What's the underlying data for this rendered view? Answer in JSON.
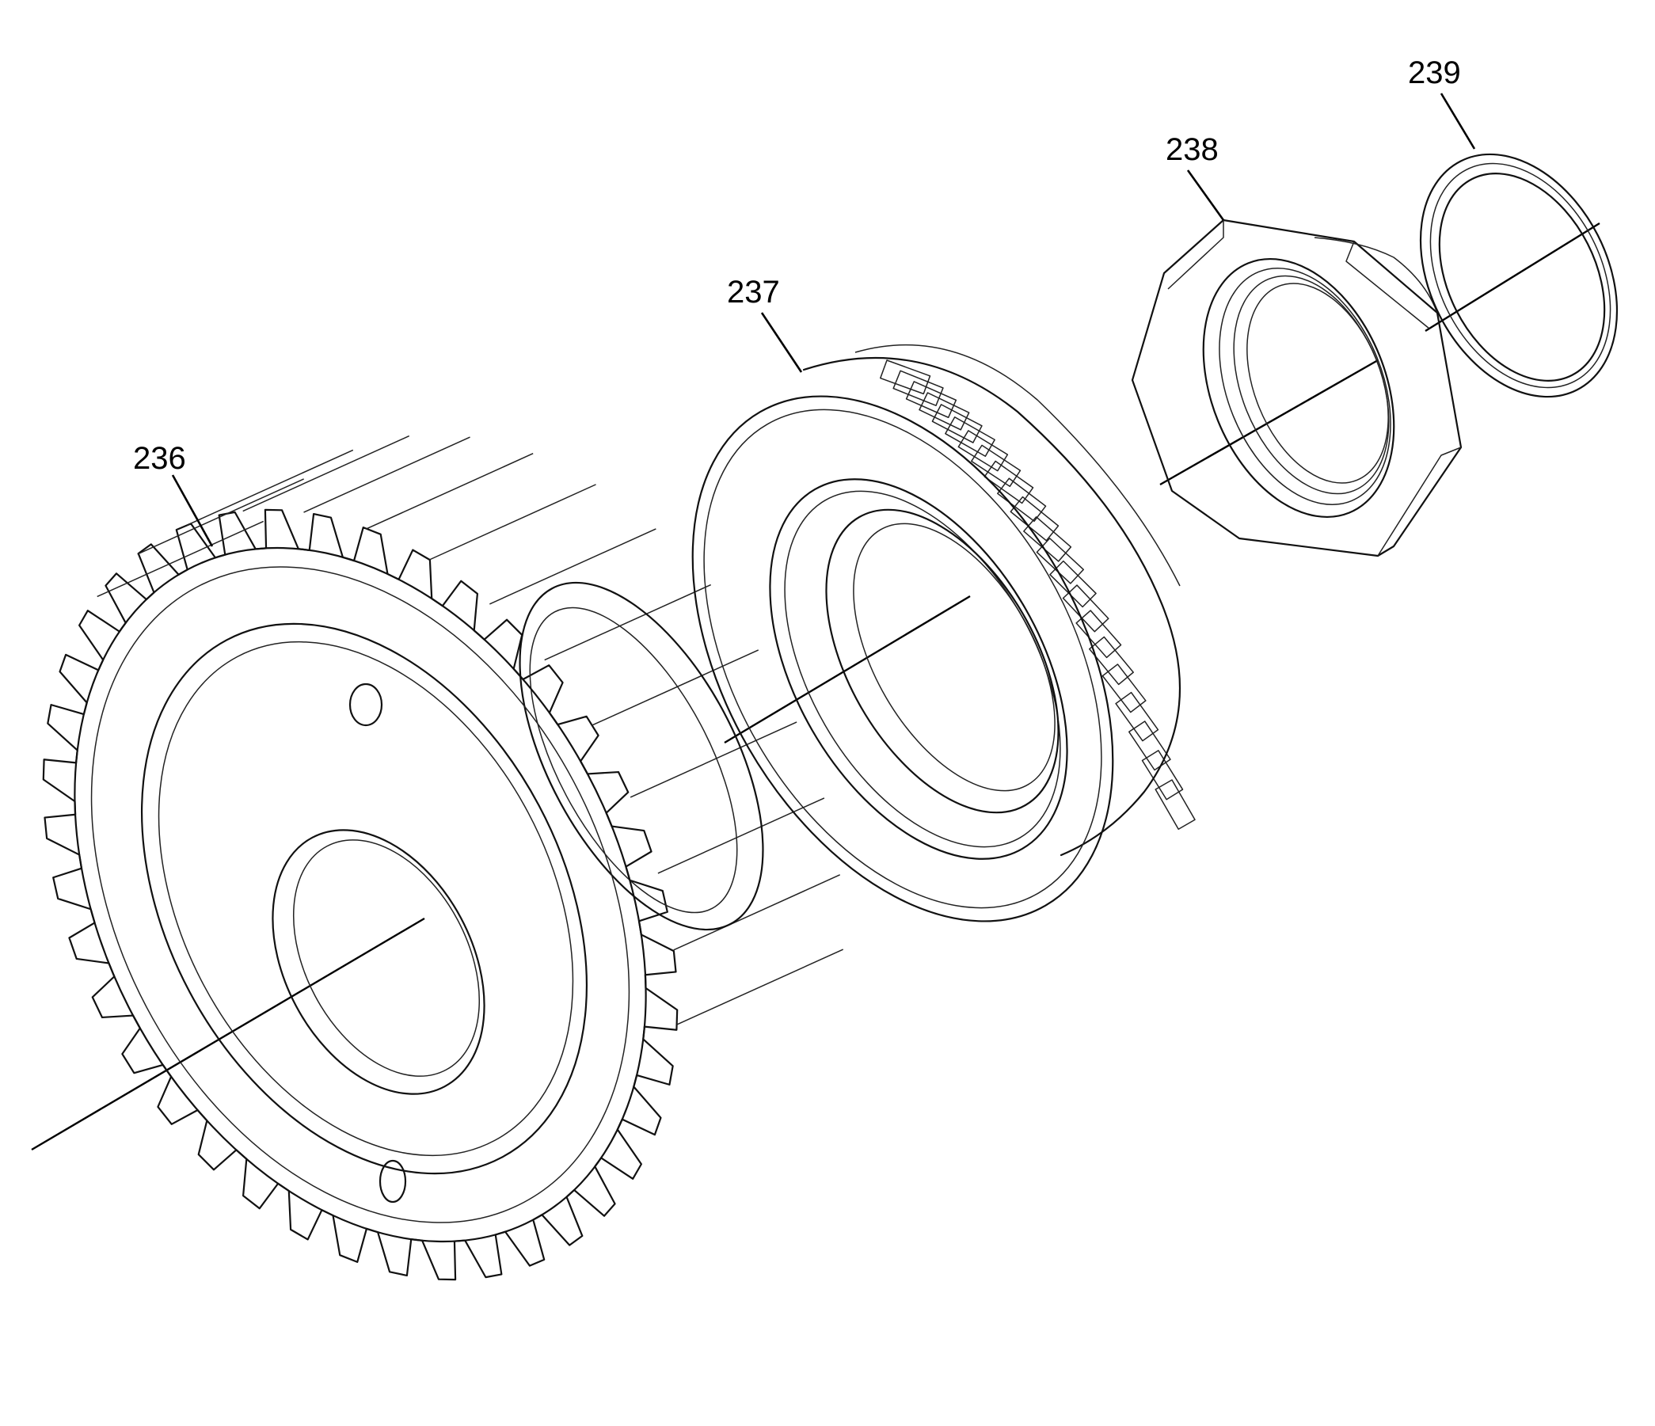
{
  "diagram": {
    "parts": [
      {
        "id": "gear",
        "callout": "236",
        "icon": "helical-gear-icon"
      },
      {
        "id": "synchronizer",
        "callout": "237",
        "icon": "splined-hub-icon"
      },
      {
        "id": "nut",
        "callout": "238",
        "icon": "hex-nut-icon"
      },
      {
        "id": "ring",
        "callout": "239",
        "icon": "snap-ring-icon"
      }
    ]
  }
}
